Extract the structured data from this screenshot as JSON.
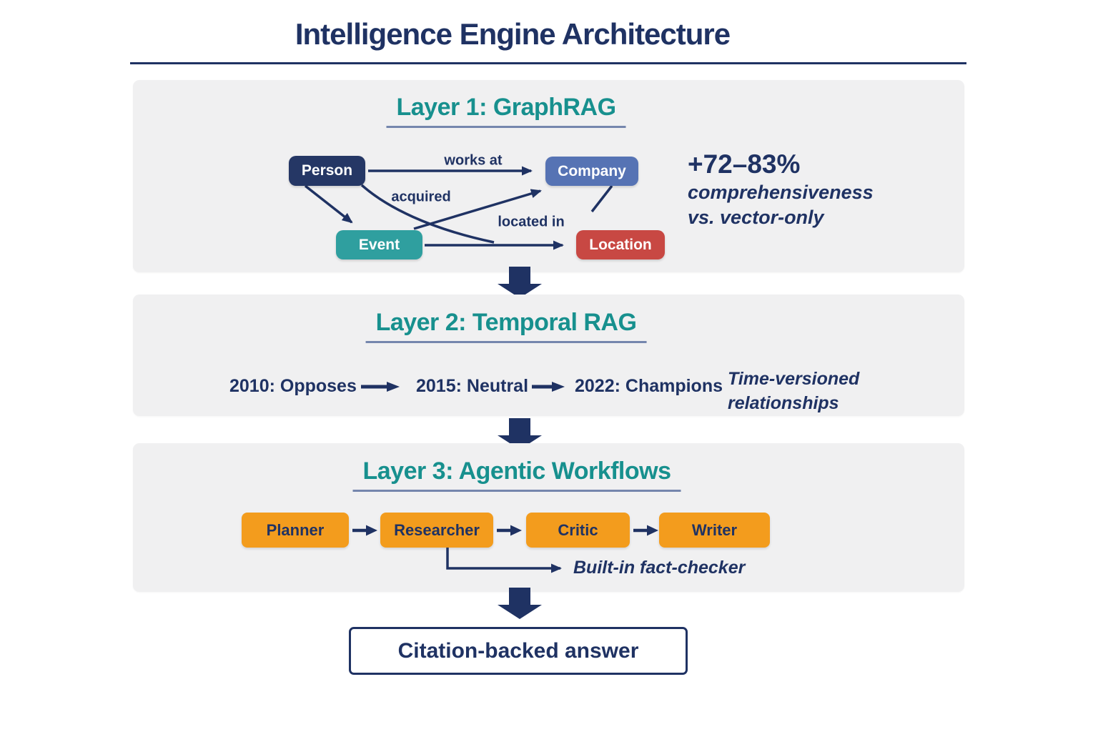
{
  "title": "Intelligence Engine Architecture",
  "colors": {
    "navy": "#1f3263",
    "teal": "#17908e",
    "panel": "#f0f0f1",
    "orange": "#f39c1d",
    "red": "#c84843",
    "blue": "#5673b4",
    "darknavy": "#253765",
    "rule": "#7586ad"
  },
  "layer1": {
    "heading": "Layer 1: GraphRAG",
    "nodes": {
      "person": "Person",
      "company": "Company",
      "event": "Event",
      "location": "Location"
    },
    "edges": {
      "works_at": "works at",
      "acquired": "acquired",
      "located_in": "located in"
    },
    "stat": {
      "headline": "+72–83%",
      "line2": "comprehensiveness",
      "line3": "vs. vector-only"
    }
  },
  "layer2": {
    "heading": "Layer 2: Temporal RAG",
    "timeline": [
      "2010: Opposes",
      "2015: Neutral",
      "2022: Champions"
    ],
    "note_line1": "Time-versioned",
    "note_line2": "relationships"
  },
  "layer3": {
    "heading": "Layer 3: Agentic Workflows",
    "agents": [
      "Planner",
      "Researcher",
      "Critic",
      "Writer"
    ],
    "branch_label": "Built-in fact-checker"
  },
  "output": {
    "label": "Citation-backed answer"
  }
}
